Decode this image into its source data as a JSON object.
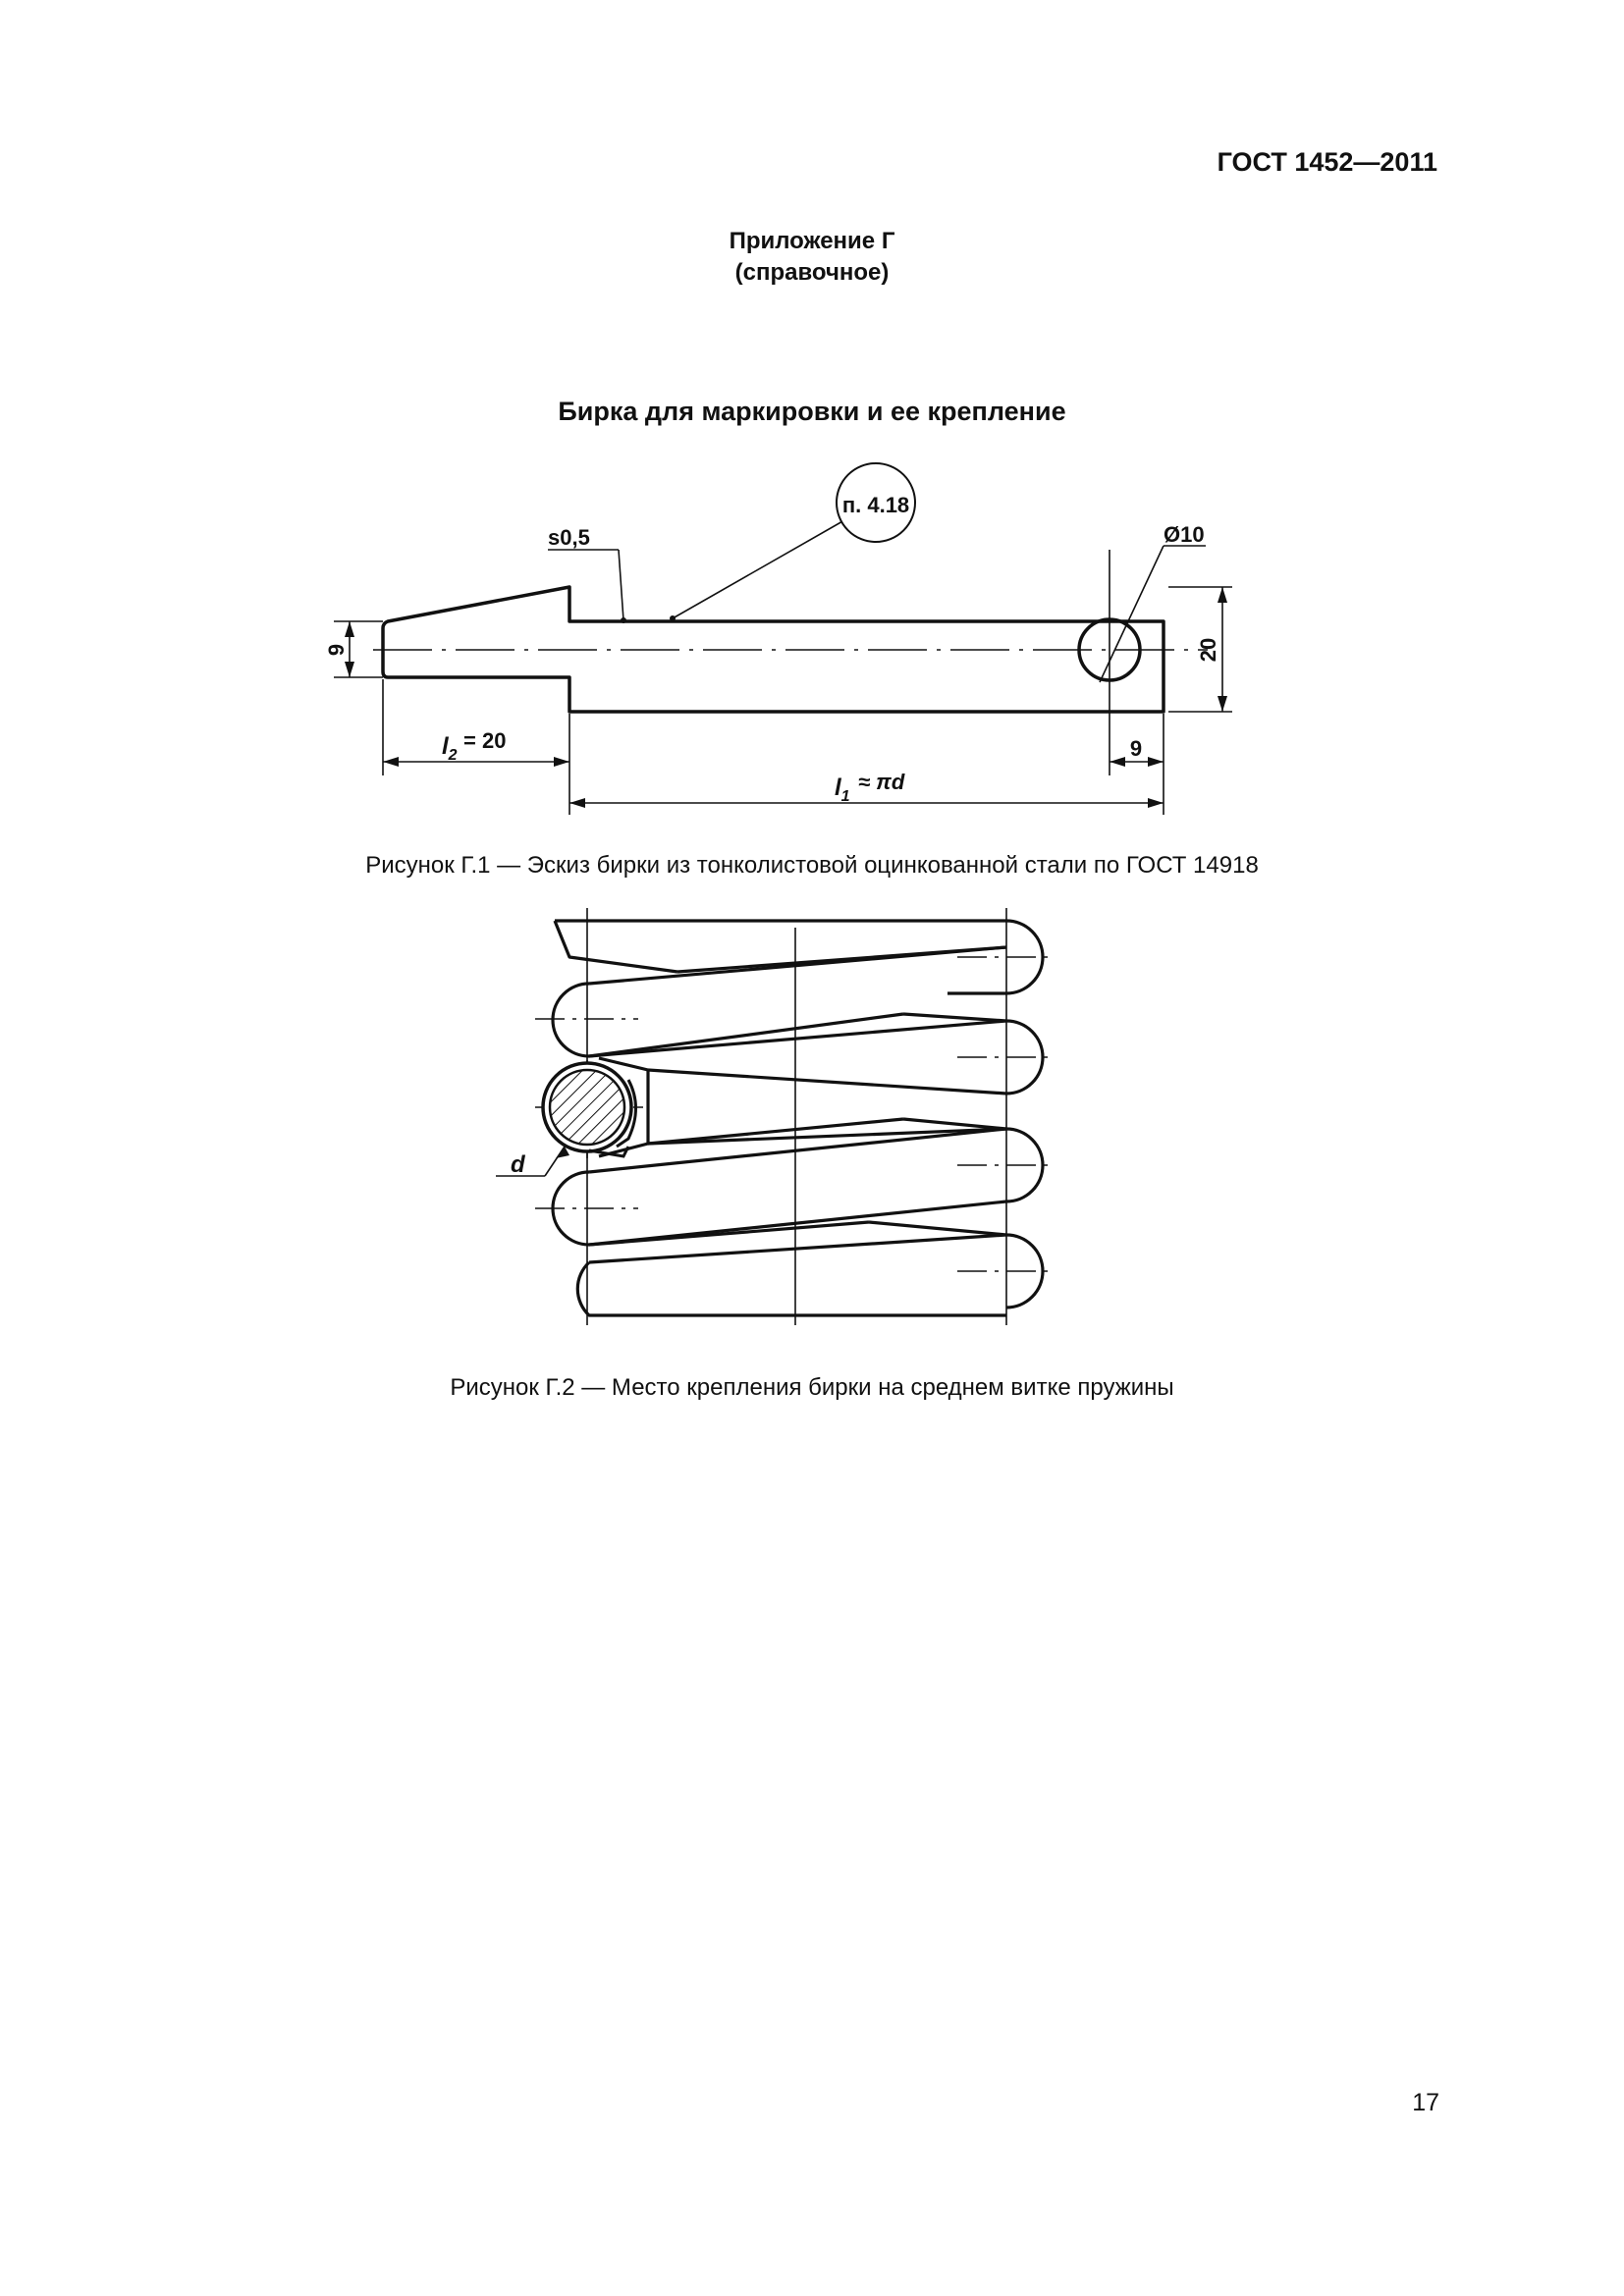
{
  "header": {
    "doc_code": "ГОСТ 1452—2011"
  },
  "annex": {
    "title": "Приложение Г",
    "subtitle": "(справочное)"
  },
  "section_title": "Бирка для маркировки и ее крепление",
  "figure1": {
    "labels": {
      "thickness": "s0,5",
      "reference": "п. 4.18",
      "hole_diameter": "Ø10",
      "height_small": "9",
      "height_full": "20",
      "length_l2": "= 20",
      "length_l1": "≈ πd",
      "hole_offset": "9"
    },
    "caption": "Рисунок Г.1 — Эскиз бирки из тонколистовой оцинкованной стали по ГОСТ 14918"
  },
  "figure2": {
    "labels": {
      "wire_diameter": "d"
    },
    "caption": "Рисунок Г.2 — Место крепления бирки на среднем витке пружины"
  },
  "footer": {
    "page_number": "17"
  }
}
